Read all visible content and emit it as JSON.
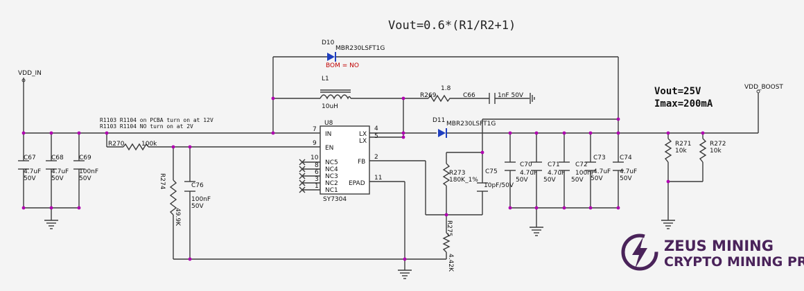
{
  "equation": "Vout=0.6*(R1/R2+1)",
  "spec": {
    "vout": "Vout=25V",
    "imax": "Imax=200mA"
  },
  "nets": {
    "vin": "VDD_IN",
    "vout": "VDD_BOOST"
  },
  "ic": {
    "ref": "U8",
    "part": "SY7304",
    "pins": {
      "in": {
        "num": "7",
        "name": "IN"
      },
      "en": {
        "num": "9",
        "name": "EN"
      },
      "nc5": {
        "num": "10",
        "name": "NC5"
      },
      "nc4": {
        "num": "8",
        "name": "NC4"
      },
      "nc3": {
        "num": "6",
        "name": "NC3"
      },
      "nc2": {
        "num": "3",
        "name": "NC2"
      },
      "nc1": {
        "num": "1",
        "name": "NC1"
      },
      "lx1": {
        "num": "4",
        "name": "LX"
      },
      "lx2": {
        "num": "5",
        "name": "LX"
      },
      "fb": {
        "num": "2",
        "name": "FB"
      },
      "epad": {
        "num": "11",
        "name": "EPAD"
      }
    }
  },
  "notes": {
    "line1": "R1103 R1104 on PCBA   turn on at 12V",
    "line2": "R1103 R1104 NO  turn on at 2V"
  },
  "components": {
    "d10": {
      "ref": "D10",
      "value": "MBR230LSFT1G",
      "note": "BOM = NO"
    },
    "d11": {
      "ref": "D11",
      "value": "MBR230LSFT1G"
    },
    "l1": {
      "ref": "L1",
      "value": "10uH"
    },
    "r269": {
      "ref": "R269",
      "value": "1.8"
    },
    "c66": {
      "ref": "C66",
      "value": "1nF 50V"
    },
    "r270": {
      "ref": "R270",
      "value": "100k"
    },
    "r274": {
      "ref": "R274",
      "value": "49.9K"
    },
    "c76": {
      "ref": "C76",
      "value": "100nF",
      "voltage": "50V"
    },
    "c67": {
      "ref": "C67",
      "value": "4.7uF",
      "voltage": "50V"
    },
    "c68": {
      "ref": "C68",
      "value": "4.7uF",
      "voltage": "50V"
    },
    "c69": {
      "ref": "C69",
      "value": "100nF",
      "voltage": "50V"
    },
    "r273": {
      "ref": "R273",
      "value": "180K_1%"
    },
    "c75": {
      "ref": "C75",
      "value": "10pF/50V"
    },
    "r275": {
      "ref": "R275",
      "value": "4.42K"
    },
    "c70": {
      "ref": "C70",
      "value": "4.7uF",
      "voltage": "50V"
    },
    "c71": {
      "ref": "C71",
      "value": "4.7uF",
      "voltage": "50V"
    },
    "c72": {
      "ref": "C72",
      "value": "100nF",
      "voltage": "50V"
    },
    "c73": {
      "ref": "C73",
      "value": "4.7uF",
      "voltage": "50V"
    },
    "c74": {
      "ref": "C74",
      "value": "4.7uF",
      "voltage": "50V"
    },
    "r271": {
      "ref": "R271",
      "value": "10k"
    },
    "r272": {
      "ref": "R272",
      "value": "10k"
    }
  },
  "logo": {
    "line1": "ZEUS MINING",
    "line2": "CRYPTO MINING PRO",
    "brand_color": "#4a235a"
  },
  "colors": {
    "wire": "#3a3a3a",
    "junction": "#b000b0",
    "diode": "#1f3fbf",
    "note": "#c00000"
  }
}
